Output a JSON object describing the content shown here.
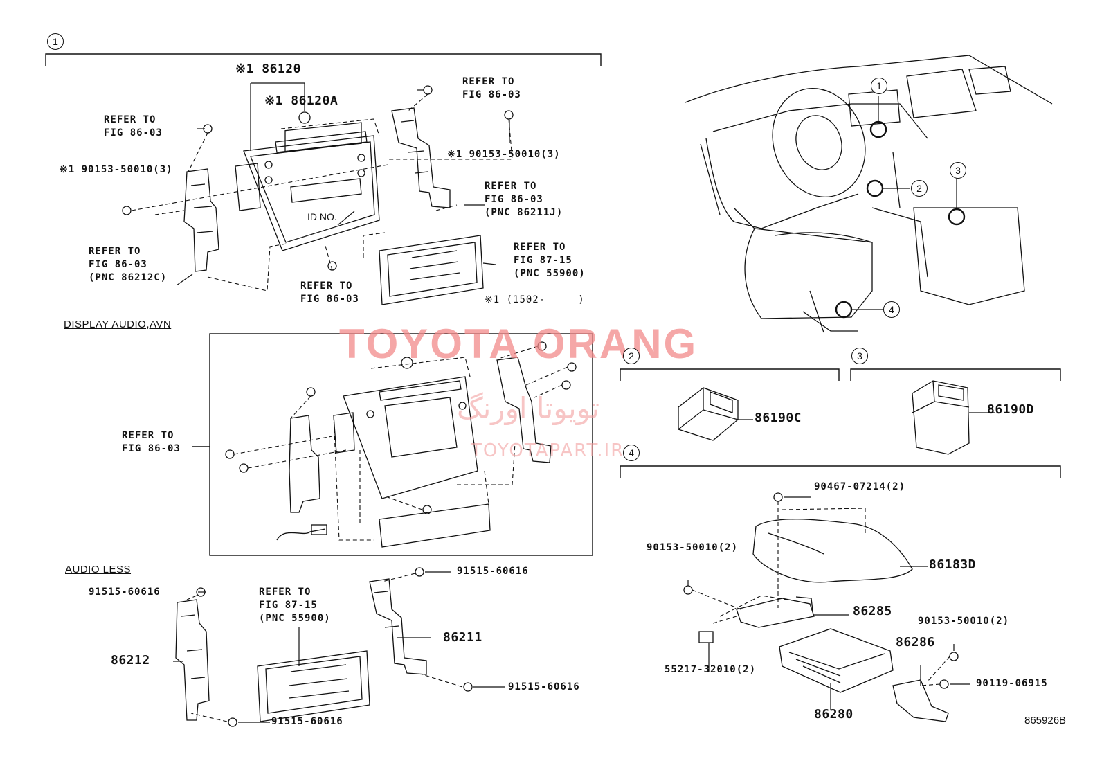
{
  "watermark": {
    "main": "TOYOTA ORANG",
    "arabic": "تویوتا اورنگ",
    "url": "TOYOTAPART.IR"
  },
  "sections": {
    "s1_index": "1",
    "s2_index": "2",
    "s3_index": "3",
    "s4_index": "4",
    "display_audio": "DISPLAY AUDIO,AVN",
    "audio_less": "AUDIO LESS"
  },
  "callouts": {
    "c1": "1",
    "c2": "2",
    "c3": "3",
    "c4": "4"
  },
  "labels": {
    "p86120": "※1 86120",
    "p86120A": "※1 86120A",
    "refer1": "REFER TO\nFIG 86-03",
    "screwA": "※1 90153-50010(3)",
    "refer2": "REFER TO\nFIG 86-03",
    "screwB": "※1 90153-50010(3)",
    "refer3": "REFER TO\nFIG 86-03\n(PNC 86211J)",
    "idno": "ID NO.",
    "refer4": "REFER TO\nFIG 86-03\n(PNC 86212C)",
    "refer5": "REFER TO\nFIG 86-03",
    "refer6": "REFER TO\nFIG 87-15\n(PNC 55900)",
    "note1502": "※1 (1502-     )",
    "refer7": "REFER TO\nFIG 86-03",
    "al_91515_a": "91515-60616",
    "al_91515_b": "91515-60616",
    "al_91515_c": "91515-60616",
    "al_91515_d": "91515-60616",
    "al_refer": "REFER TO\nFIG 87-15\n(PNC 55900)",
    "p86212": "86212",
    "p86211": "86211",
    "p86190C": "86190C",
    "p86190D": "86190D",
    "s4_90467": "90467-07214(2)",
    "s4_90153a": "90153-50010(2)",
    "s4_86183D": "86183D",
    "s4_86285": "86285",
    "s4_90153b": "90153-50010(2)",
    "s4_86286": "86286",
    "s4_55217": "55217-32010(2)",
    "s4_90119": "90119-06915",
    "s4_86280": "86280"
  },
  "figure_code": "865926B"
}
